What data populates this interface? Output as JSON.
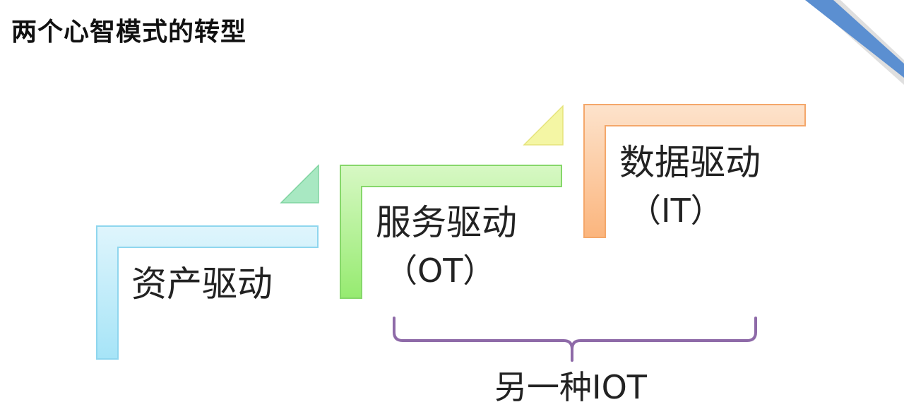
{
  "title": "两个心智模式的转型",
  "steps": [
    {
      "id": "asset",
      "label": "资产驱动",
      "sub": "",
      "color": "#bfe9f8"
    },
    {
      "id": "service",
      "label": "服务驱动",
      "sub": "（OT）",
      "color": "#aef08a"
    },
    {
      "id": "data",
      "label": "数据驱动",
      "sub": "（IT）",
      "color": "#fcc79a"
    }
  ],
  "brace": {
    "label": "另一种IOT",
    "color": "#8e6aa8"
  },
  "colors": {
    "corner": "#5b8fd1",
    "arrow1": "#9fe0b8",
    "arrow2": "#f1f28d"
  }
}
